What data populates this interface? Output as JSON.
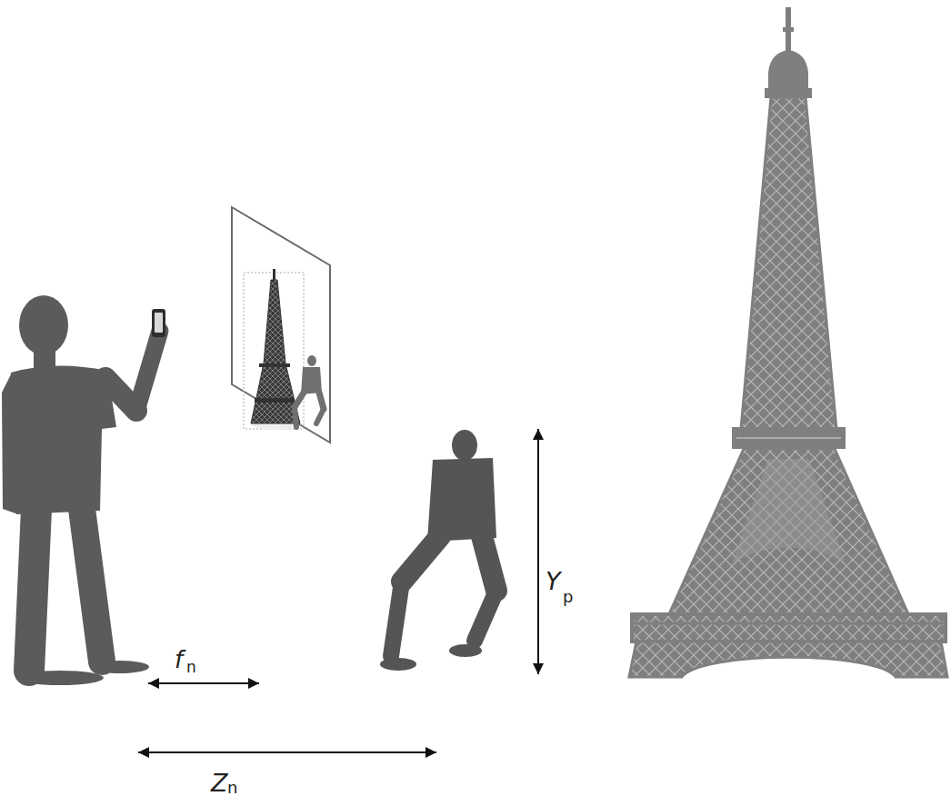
{
  "diagram": {
    "labels": [
      "Y",
      "p",
      "f",
      "n",
      "Z",
      "n"
    ]
  }
}
